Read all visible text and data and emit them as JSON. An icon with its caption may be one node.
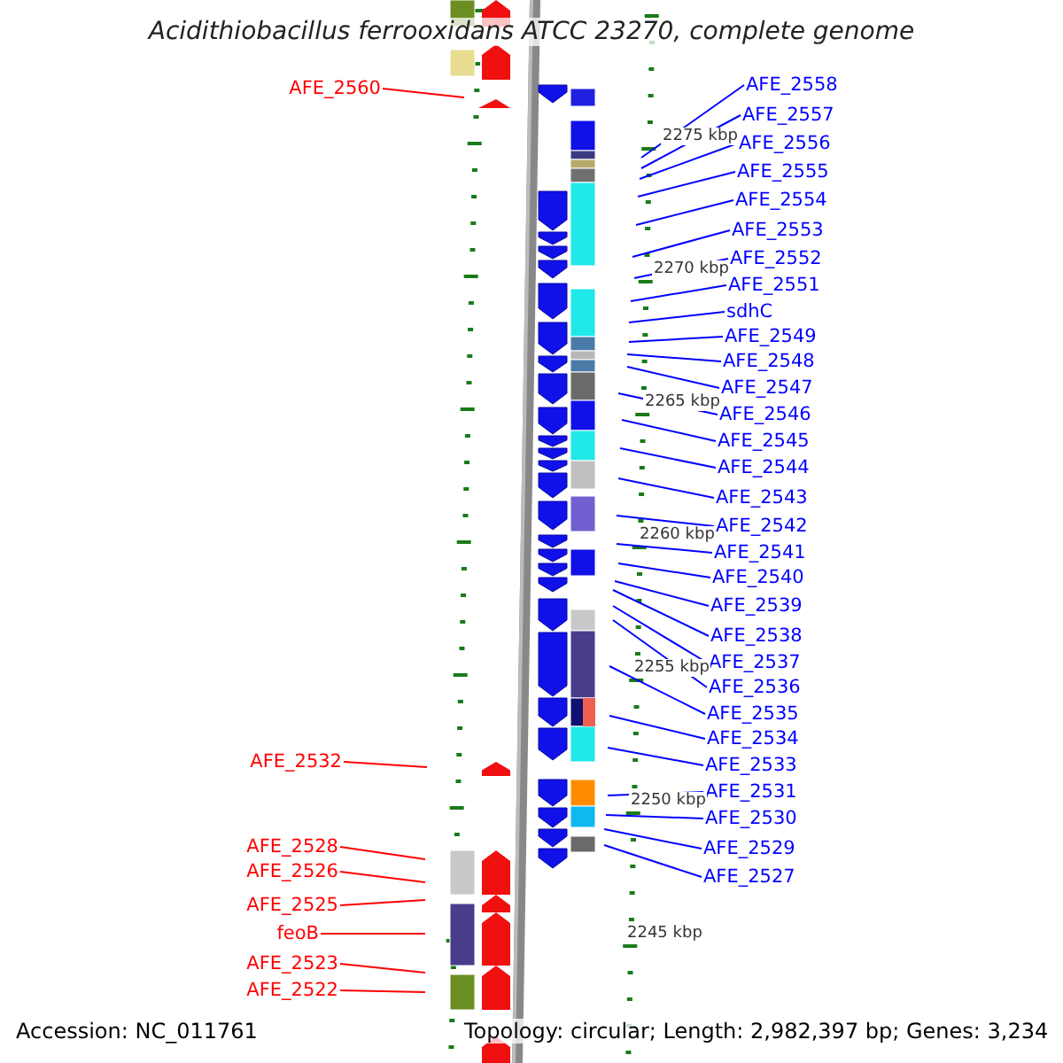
{
  "diagram": {
    "title": "Acidithiobacillus ferrooxidans ATCC 23270, complete genome",
    "nodes": [
      {
        "text": [
          "AFE_2560"
        ]
      },
      {
        "text": [
          "AFE_2558"
        ]
      },
      {
        "text": [
          "AFE_2557"
        ]
      },
      {
        "text": [
          "AFE_2556"
        ]
      },
      {
        "text": [
          "AFE_2555"
        ]
      },
      {
        "text": [
          "AFE_2554"
        ]
      },
      {
        "text": [
          "AFE_2553"
        ]
      },
      {
        "text": [
          "AFE_2552"
        ]
      },
      {
        "text": [
          "AFE_2551"
        ]
      },
      {
        "text": [
          "sdhC"
        ]
      },
      {
        "text": [
          "AFE_2549"
        ]
      },
      {
        "text": [
          "AFE_2548"
        ]
      },
      {
        "text": [
          "AFE_2547"
        ]
      },
      {
        "text": [
          "AFE_2546"
        ]
      },
      {
        "text": [
          "AFE_2545"
        ]
      },
      {
        "text": [
          "AFE_2544"
        ]
      },
      {
        "text": [
          "AFE_2543"
        ]
      },
      {
        "text": [
          "AFE_2542"
        ]
      },
      {
        "text": [
          "AFE_2541"
        ]
      },
      {
        "text": [
          "AFE_2540"
        ]
      },
      {
        "text": [
          "AFE_2539"
        ]
      },
      {
        "text": [
          "AFE_2538"
        ]
      },
      {
        "text": [
          "AFE_2537"
        ]
      },
      {
        "text": [
          "AFE_2536"
        ]
      },
      {
        "text": [
          "AFE_2535"
        ]
      },
      {
        "text": [
          "AFE_2534"
        ]
      },
      {
        "text": [
          "AFE_2533"
        ]
      },
      {
        "text": [
          "AFE_2532"
        ]
      },
      {
        "text": [
          "AFE_2531"
        ]
      },
      {
        "text": [
          "AFE_2530"
        ]
      },
      {
        "text": [
          "AFE_2529"
        ]
      },
      {
        "text": [
          "AFE_2528"
        ]
      },
      {
        "text": [
          "AFE_2527"
        ]
      },
      {
        "text": [
          "AFE_2526"
        ]
      },
      {
        "text": [
          "AFE_2525"
        ]
      },
      {
        "text": [
          "feoB"
        ]
      },
      {
        "text": [
          "AFE_2523"
        ]
      },
      {
        "text": [
          "AFE_2522"
        ]
      }
    ],
    "edges": [
      {
        "from": 0,
        "to": null,
        "arrow": "none",
        "color": "#ff0000"
      },
      {
        "from": 1,
        "to": null,
        "arrow": "none"
      },
      {
        "from": 2,
        "to": null,
        "arrow": "none"
      },
      {
        "from": 3,
        "to": null,
        "arrow": "none"
      },
      {
        "from": 4,
        "to": null,
        "arrow": "none"
      },
      {
        "from": 5,
        "to": null,
        "arrow": "none"
      },
      {
        "from": 6,
        "to": null,
        "arrow": "none"
      },
      {
        "from": 7,
        "to": null,
        "arrow": "none"
      },
      {
        "from": 8,
        "to": null,
        "arrow": "none"
      },
      {
        "from": 9,
        "to": null,
        "arrow": "none"
      },
      {
        "from": 10,
        "to": null,
        "arrow": "none"
      },
      {
        "from": 11,
        "to": null,
        "arrow": "none"
      },
      {
        "from": 12,
        "to": null,
        "arrow": "none"
      },
      {
        "from": 13,
        "to": null,
        "arrow": "none"
      },
      {
        "from": 14,
        "to": null,
        "arrow": "none"
      },
      {
        "from": 15,
        "to": null,
        "arrow": "none"
      },
      {
        "from": 16,
        "to": null,
        "arrow": "none"
      },
      {
        "from": 17,
        "to": null,
        "arrow": "none"
      },
      {
        "from": 18,
        "to": null,
        "arrow": "none"
      },
      {
        "from": 19,
        "to": null,
        "arrow": "none"
      },
      {
        "from": 20,
        "to": null,
        "arrow": "none"
      },
      {
        "from": 21,
        "to": null,
        "arrow": "none"
      },
      {
        "from": 22,
        "to": null,
        "arrow": "none"
      },
      {
        "from": 23,
        "to": null,
        "arrow": "none"
      },
      {
        "from": 24,
        "to": null,
        "arrow": "none"
      },
      {
        "from": 25,
        "to": null,
        "arrow": "none"
      },
      {
        "from": 26,
        "to": null,
        "arrow": "none"
      },
      {
        "from": 27,
        "to": null,
        "arrow": "none",
        "color": "#ff0000"
      },
      {
        "from": 28,
        "to": null,
        "arrow": "none"
      },
      {
        "from": 29,
        "to": null,
        "arrow": "none"
      },
      {
        "from": 30,
        "to": null,
        "arrow": "none"
      },
      {
        "from": 31,
        "to": null,
        "arrow": "none",
        "color": "#ff0000"
      },
      {
        "from": 32,
        "to": null,
        "arrow": "none"
      },
      {
        "from": 33,
        "to": null,
        "arrow": "none",
        "color": "#ff0000"
      },
      {
        "from": 34,
        "to": null,
        "arrow": "none",
        "color": "#ff0000"
      },
      {
        "from": 35,
        "to": null,
        "arrow": "none",
        "color": "#ff0000"
      },
      {
        "from": 36,
        "to": null,
        "arrow": "none",
        "color": "#ff0000"
      },
      {
        "from": 37,
        "to": null,
        "arrow": "none",
        "color": "#ff0000"
      }
    ],
    "labels": [
      "2275 kbp",
      "2270 kbp",
      "2265 kbp",
      "2260 kbp",
      "2255 kbp",
      "2250 kbp",
      "2245 kbp",
      "Accession: NC_011761",
      "Topology: circular; Length: 2,982,397 bp; Genes: 3,234"
    ]
  }
}
